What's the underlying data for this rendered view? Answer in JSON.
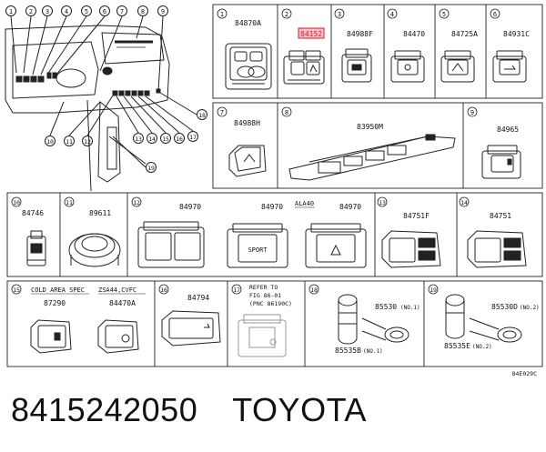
{
  "dashboard": {
    "top_callouts": [
      "1",
      "2",
      "3",
      "4",
      "5",
      "6",
      "7",
      "8",
      "9"
    ],
    "bottom_callouts": [
      "10",
      "11",
      "12",
      "13",
      "14",
      "15",
      "16",
      "17",
      "18",
      "19"
    ]
  },
  "cells": [
    {
      "num": "1",
      "part": "84870A",
      "highlight": false
    },
    {
      "num": "2",
      "part": "84152",
      "highlight": true
    },
    {
      "num": "3",
      "part": "84988F",
      "highlight": false
    },
    {
      "num": "4",
      "part": "84470",
      "highlight": false
    },
    {
      "num": "5",
      "part": "84725A",
      "highlight": false
    },
    {
      "num": "6",
      "part": "84931C",
      "highlight": false
    },
    {
      "num": "7",
      "part": "84988H",
      "highlight": false
    },
    {
      "num": "8",
      "part": "83950M",
      "highlight": false
    },
    {
      "num": "9",
      "part": "84965",
      "highlight": false
    },
    {
      "num": "10",
      "part": "84746",
      "highlight": false
    },
    {
      "num": "11",
      "part": "89611",
      "highlight": false
    },
    {
      "num": "12",
      "parts": [
        "84970",
        "84970",
        "84970"
      ],
      "note": "ALA40"
    },
    {
      "num": "13",
      "part": "84751F",
      "highlight": false
    },
    {
      "num": "14",
      "part": "84751",
      "highlight": false
    },
    {
      "num": "15",
      "specs": [
        "COLD AREA SPEC",
        "ZSA44,CVFC"
      ],
      "parts": [
        "87290",
        "84470A"
      ]
    },
    {
      "num": "16",
      "part": "84794",
      "highlight": false
    },
    {
      "num": "17",
      "refer": [
        "REFER TO",
        "FIG 86-01",
        "(PNC 86190C)"
      ]
    },
    {
      "num": "18",
      "parts": [
        "85530",
        "85535B"
      ],
      "qualifiers": [
        "(NO.1)",
        "(NO.1)"
      ]
    },
    {
      "num": "19",
      "parts": [
        "85530D",
        "85535E"
      ],
      "qualifiers": [
        "(NO.2)",
        "(NO.2)"
      ]
    }
  ],
  "switch_labels": {
    "sport": "SPORT"
  },
  "figure_code": "84E029C",
  "title": {
    "part_number": "8415242050",
    "brand": "TOYOTA"
  }
}
